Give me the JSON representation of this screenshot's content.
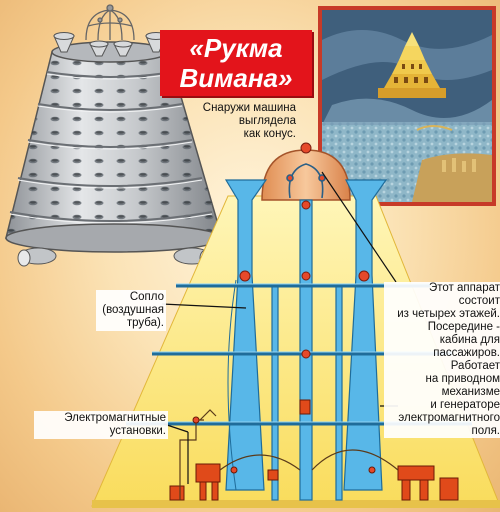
{
  "title": {
    "line1": "«Рукма",
    "line2": "Вимана»"
  },
  "notes": {
    "cone": [
      "Снаружи машина",
      "выглядела",
      "как конус."
    ],
    "apparatus": [
      "Этот аппарат",
      "состоит",
      "из четырех этажей.",
      "Посередине -",
      "кабина для",
      "пассажиров.",
      "Работает",
      "на приводном",
      "механизме",
      "и генераторе",
      "электромагнитного",
      "поля."
    ],
    "nozzle": [
      "Сопло",
      "(воздушная",
      "труба)."
    ],
    "electromagnetic": [
      "Электромагнитные",
      "установки."
    ]
  },
  "colors": {
    "title_bg": "#e3141b",
    "pyramid": "#fde77a",
    "pipes": "#58b7e8",
    "inset_border": "#c73a28",
    "metal": "#c9ccd0",
    "machinery": "#e04a1a"
  },
  "icons": {
    "dome": "dome-icon",
    "nozzle": "funnel-icon"
  }
}
